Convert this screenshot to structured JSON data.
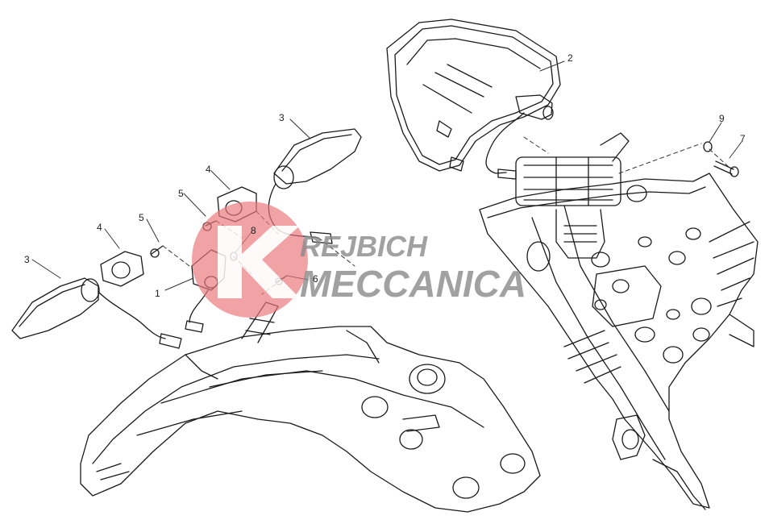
{
  "diagram": {
    "callouts": [
      {
        "id": "c1",
        "label": "1"
      },
      {
        "id": "c2",
        "label": "2"
      },
      {
        "id": "c3a",
        "label": "3"
      },
      {
        "id": "c3b",
        "label": "3"
      },
      {
        "id": "c4a",
        "label": "4"
      },
      {
        "id": "c4b",
        "label": "4"
      },
      {
        "id": "c5a",
        "label": "5"
      },
      {
        "id": "c5b",
        "label": "5"
      },
      {
        "id": "c6",
        "label": "6"
      },
      {
        "id": "c7",
        "label": "7"
      },
      {
        "id": "c8",
        "label": "8"
      },
      {
        "id": "c9",
        "label": "9"
      }
    ]
  },
  "watermark": {
    "line1": "REJBICH",
    "line2": "MECCANICA",
    "logo_color": "#e8777a",
    "text_color": "#8a8a8a"
  }
}
